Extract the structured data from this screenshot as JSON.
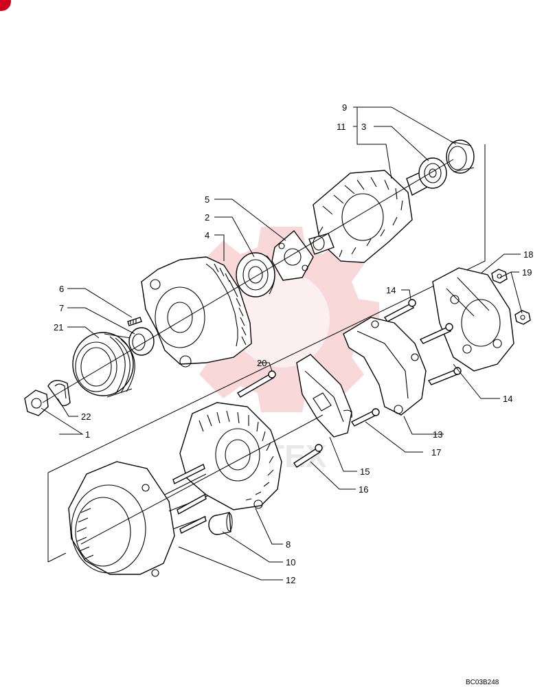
{
  "reference_code": "BC03B248",
  "watermark_text": "INTEX",
  "parts": [
    {
      "id": "1",
      "label": "1"
    },
    {
      "id": "2",
      "label": "2"
    },
    {
      "id": "3",
      "label": "3"
    },
    {
      "id": "4",
      "label": "4"
    },
    {
      "id": "5",
      "label": "5"
    },
    {
      "id": "6",
      "label": "6"
    },
    {
      "id": "7",
      "label": "7"
    },
    {
      "id": "8",
      "label": "8"
    },
    {
      "id": "9",
      "label": "9"
    },
    {
      "id": "10",
      "label": "10"
    },
    {
      "id": "11",
      "label": "11"
    },
    {
      "id": "12",
      "label": "12"
    },
    {
      "id": "13",
      "label": "13"
    },
    {
      "id": "14a",
      "label": "14"
    },
    {
      "id": "14b",
      "label": "14"
    },
    {
      "id": "15",
      "label": "15"
    },
    {
      "id": "16",
      "label": "16"
    },
    {
      "id": "17",
      "label": "17"
    },
    {
      "id": "18",
      "label": "18"
    },
    {
      "id": "19",
      "label": "19"
    },
    {
      "id": "20",
      "label": "20"
    },
    {
      "id": "21",
      "label": "21"
    },
    {
      "id": "22",
      "label": "22"
    }
  ],
  "colors": {
    "line": "#000000",
    "watermark": "#f2b8b8",
    "corner_badge": "#d0021b"
  }
}
